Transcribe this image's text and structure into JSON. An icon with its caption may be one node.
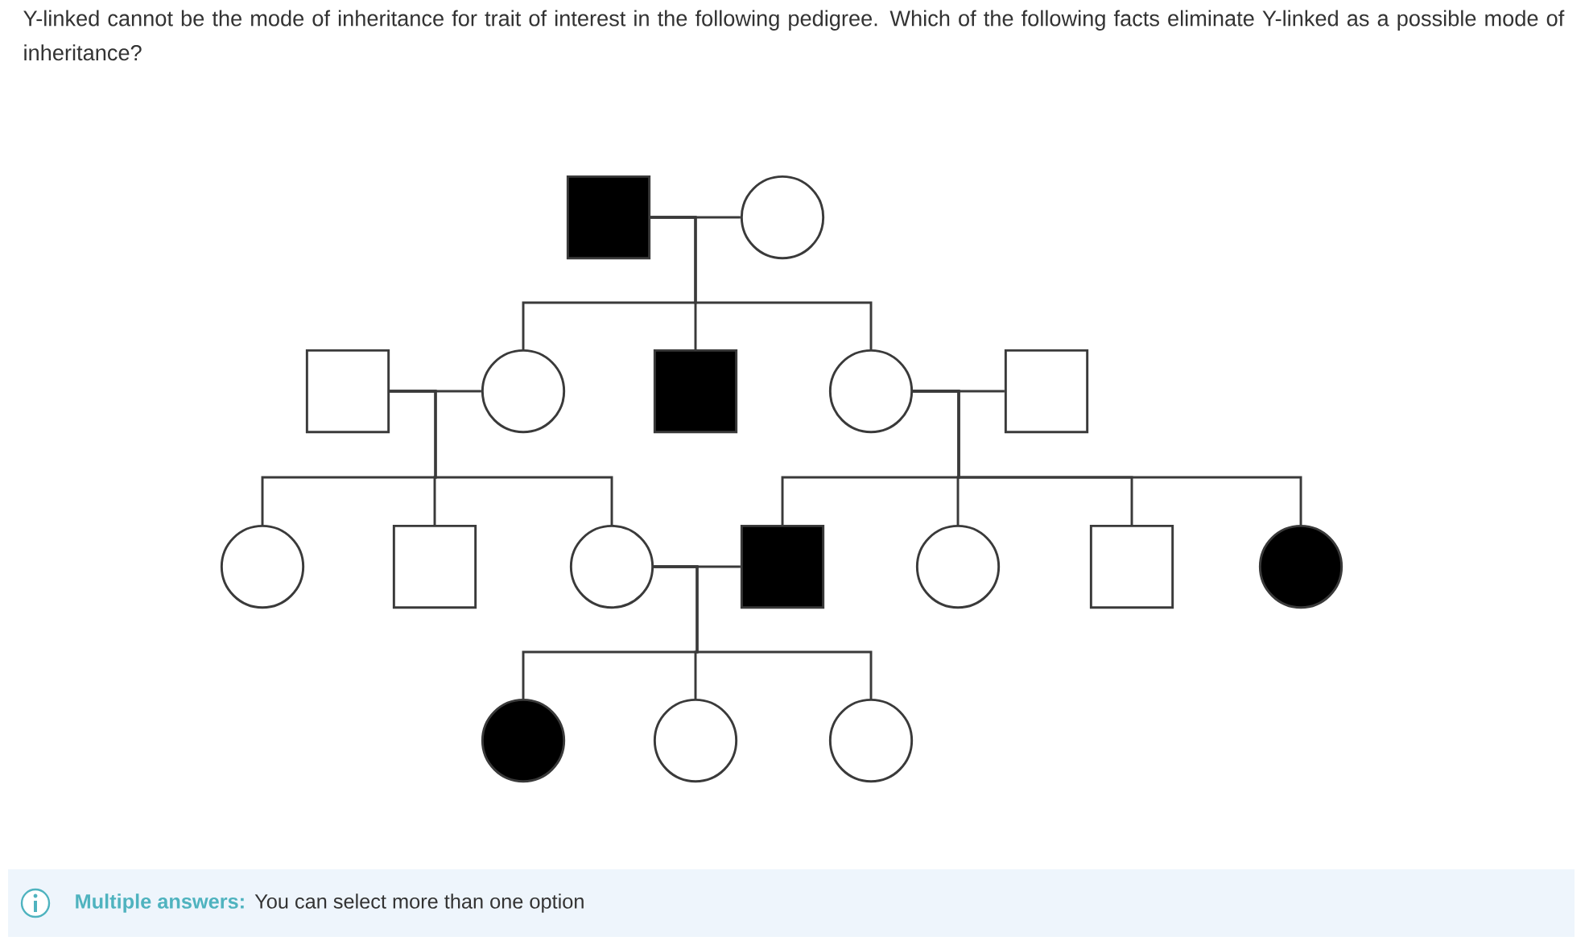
{
  "diagram": {
    "title": "Y-linked cannot be the mode of inheritance for trait of interest in the following pedigree. Which of the following facts eliminate Y-linked as a possible mode of inheritance?",
    "nodes": [
      {
        "text": [],
        "shape": "filled-square"
      },
      {
        "text": [],
        "shape": "circle"
      },
      {
        "text": [],
        "shape": "box"
      },
      {
        "text": [],
        "shape": "circle"
      },
      {
        "text": [],
        "shape": "filled-square"
      },
      {
        "text": [],
        "shape": "circle"
      },
      {
        "text": [],
        "shape": "box"
      },
      {
        "text": [],
        "shape": "circle"
      },
      {
        "text": [],
        "shape": "box"
      },
      {
        "text": [],
        "shape": "circle"
      },
      {
        "text": [],
        "shape": "filled-square"
      },
      {
        "text": [],
        "shape": "circle"
      },
      {
        "text": [],
        "shape": "box"
      },
      {
        "text": [],
        "shape": "filled-circle"
      },
      {
        "text": [],
        "shape": "filled-circle"
      },
      {
        "text": [],
        "shape": "circle"
      },
      {
        "text": [],
        "shape": "circle"
      }
    ],
    "edges": [
      {
        "from": 0,
        "to": 1,
        "arrow": "none"
      },
      {
        "from": 2,
        "to": 3,
        "arrow": "none"
      },
      {
        "from": 5,
        "to": 6,
        "arrow": "none"
      },
      {
        "from": 9,
        "to": 10,
        "arrow": "none"
      },
      {
        "from": 0,
        "to": 3,
        "arrow": "none"
      },
      {
        "from": 0,
        "to": 4,
        "arrow": "none"
      },
      {
        "from": 0,
        "to": 5,
        "arrow": "none"
      },
      {
        "from": 2,
        "to": 7,
        "arrow": "none"
      },
      {
        "from": 2,
        "to": 8,
        "arrow": "none"
      },
      {
        "from": 2,
        "to": 9,
        "arrow": "none"
      },
      {
        "from": 5,
        "to": 10,
        "arrow": "none"
      },
      {
        "from": 5,
        "to": 11,
        "arrow": "none"
      },
      {
        "from": 5,
        "to": 12,
        "arrow": "none"
      },
      {
        "from": 5,
        "to": 13,
        "arrow": "none"
      },
      {
        "from": 9,
        "to": 14,
        "arrow": "none"
      },
      {
        "from": 9,
        "to": 15,
        "arrow": "none"
      },
      {
        "from": 9,
        "to": 16,
        "arrow": "none"
      }
    ],
    "labels": [
      "Multiple answers:",
      "You can select more than one option"
    ]
  }
}
